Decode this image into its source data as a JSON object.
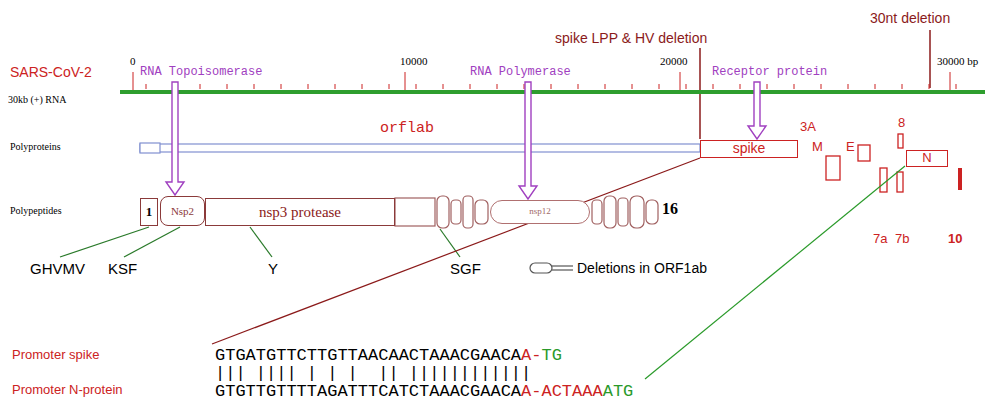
{
  "diagram": {
    "nodes": [
      {
        "text": [
          "spike"
        ]
      },
      {
        "text": [
          "N"
        ]
      },
      {
        "text": [
          "1"
        ]
      },
      {
        "text": [
          "Nsp2"
        ]
      },
      {
        "text": [
          "nsp3 protease"
        ]
      },
      {
        "text": [
          "nsp12"
        ]
      }
    ],
    "labels": [
      "spike LPP & HV deletion",
      "30nt deletion",
      "SARS-CoV-2",
      "30kb (+) RNA",
      "0",
      "10000",
      "20000",
      "30000 bp",
      "RNA Topoisomerase",
      "RNA Polymerase",
      "Receptor protein",
      "Polyproteins",
      "orflab",
      "3A",
      "M",
      "E",
      "8",
      "Polypeptides",
      "16",
      "7a",
      "7b",
      "10",
      "GHVMV",
      "KSF",
      "Y",
      "SGF",
      "Deletions in ORF1ab",
      "Promoter spike",
      "GTGATGTTCTTGTTAACAACTAAACGAACA",
      "A-",
      "TG",
      "||| |||| | | |  || ||||||||||||",
      "Promoter N-protein",
      "GTGTTGTTTTAGATTTCATCTAAACGAACA",
      "A-ACTAAA",
      "ATG"
    ]
  }
}
